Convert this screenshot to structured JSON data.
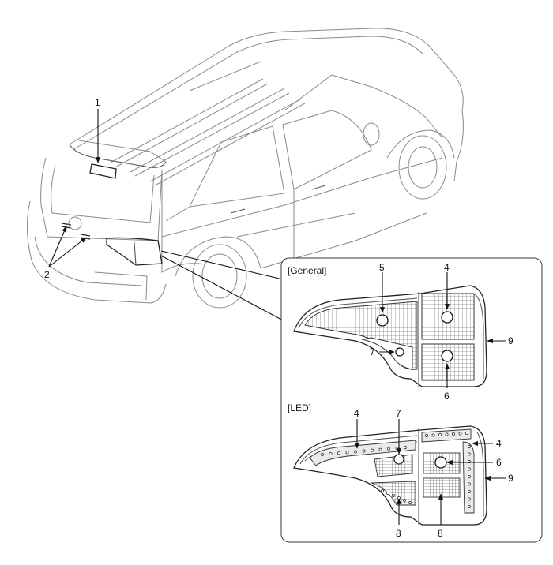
{
  "callouts": {
    "c1": "1",
    "c2": "2",
    "gen_5": "5",
    "gen_4": "4",
    "gen_7": "7",
    "gen_6": "6",
    "gen_9": "9",
    "led_4a": "4",
    "led_7": "7",
    "led_4b": "4",
    "led_6": "6",
    "led_9": "9",
    "led_8a": "8",
    "led_8b": "8"
  },
  "sections": {
    "general": "[General]",
    "led": "[LED]"
  }
}
